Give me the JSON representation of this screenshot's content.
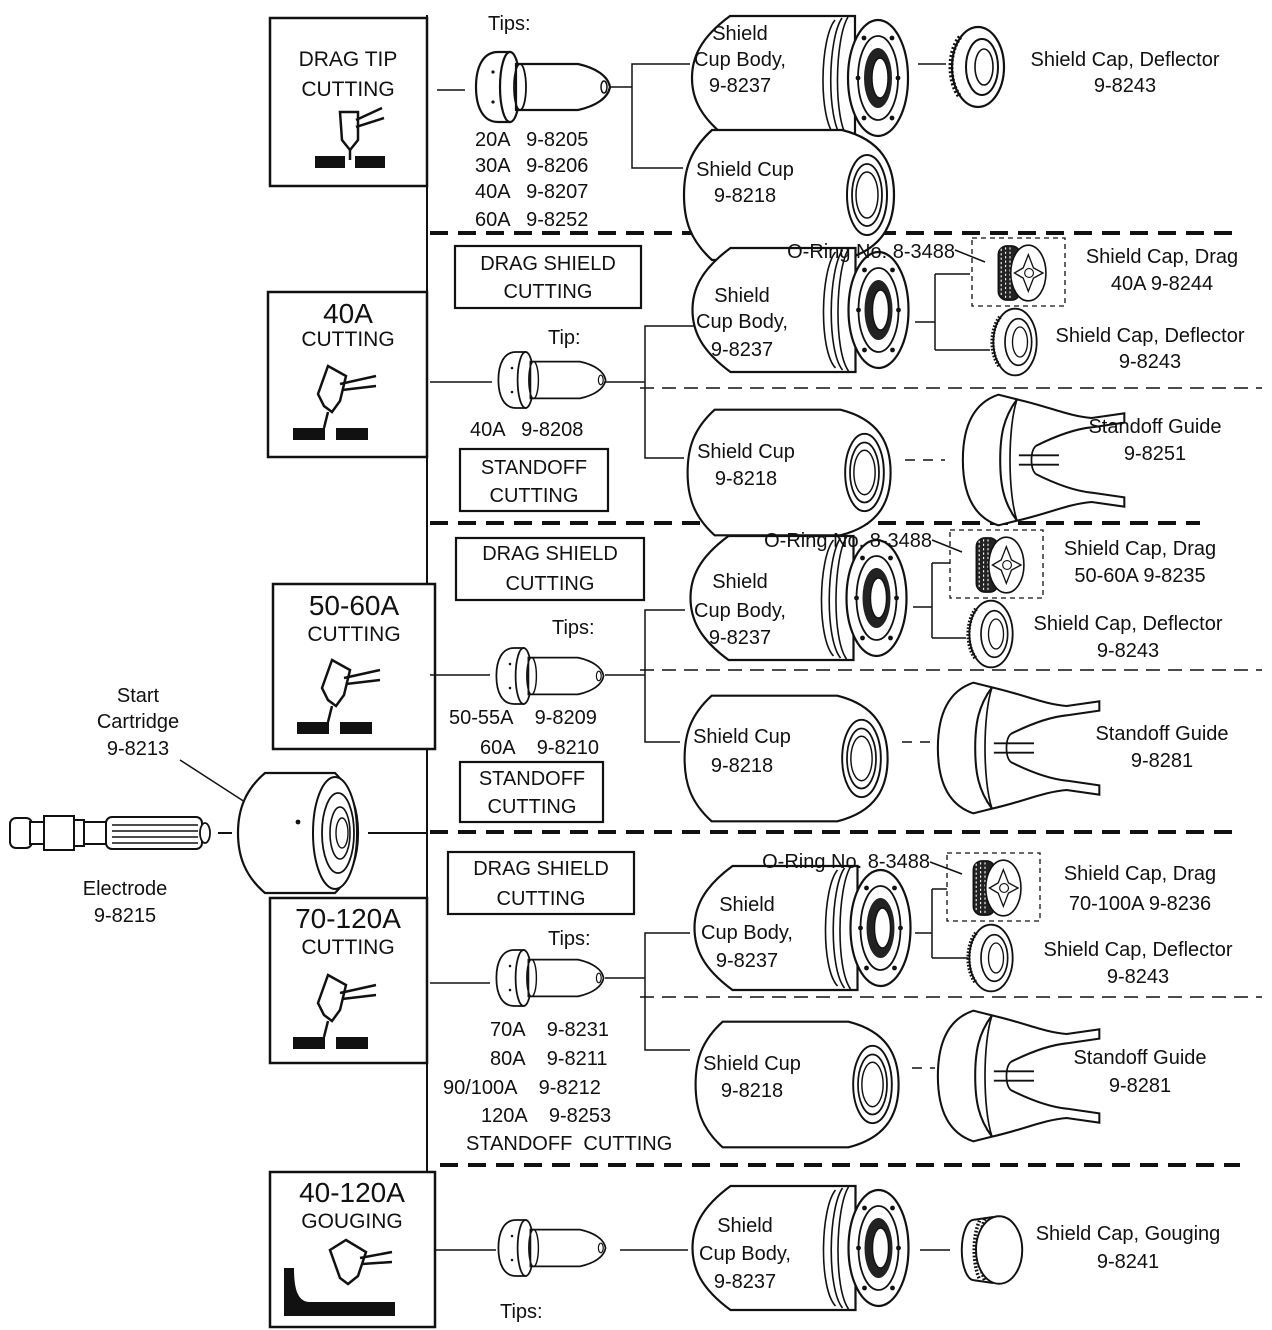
{
  "common": {
    "start_cartridge": [
      "Start",
      "Cartridge",
      "9-8213"
    ],
    "electrode": [
      "Electrode",
      "9-8215"
    ]
  },
  "sections": [
    {
      "id": "drag-tip",
      "mode_box": [
        "DRAG TIP",
        "CUTTING"
      ],
      "tips_heading": "Tips:",
      "tips": [
        "20A   9-8205",
        "30A   9-8206",
        "40A   9-8207",
        "60A   9-8252"
      ],
      "shield_cup_body": [
        "Shield",
        "Cup Body,",
        "9-8237"
      ],
      "shield_cup": [
        "Shield Cup",
        "9-8218"
      ],
      "deflector": [
        "Shield Cap, Deflector",
        "9-8243"
      ]
    },
    {
      "id": "40a",
      "mode_box": [
        "40A",
        "CUTTING"
      ],
      "drag_shield_label": [
        "DRAG SHIELD",
        "CUTTING"
      ],
      "standoff_label": [
        "STANDOFF",
        "CUTTING"
      ],
      "tips_heading": "Tip:",
      "tips": [
        "40A   9-8208"
      ],
      "oring": "O-Ring No. 8-3488",
      "drag_cap": [
        "Shield Cap, Drag",
        "40A  9-8244"
      ],
      "shield_cup_body": [
        "Shield",
        "Cup Body,",
        "9-8237"
      ],
      "deflector": [
        "Shield Cap, Deflector",
        "9-8243"
      ],
      "shield_cup": [
        "Shield Cup",
        "9-8218"
      ],
      "standoff_guide": [
        "Standoff Guide",
        "9-8251"
      ]
    },
    {
      "id": "50-60a",
      "mode_box": [
        "50-60A",
        "CUTTING"
      ],
      "drag_shield_label": [
        "DRAG SHIELD",
        "CUTTING"
      ],
      "standoff_label": [
        "STANDOFF",
        "CUTTING"
      ],
      "tips_heading": "Tips:",
      "tips": [
        "50-55A    9-8209",
        "60A    9-8210"
      ],
      "oring": "O-Ring No. 8-3488",
      "drag_cap": [
        "Shield Cap, Drag",
        "50-60A  9-8235"
      ],
      "shield_cup_body": [
        "Shield",
        "Cup Body,",
        "9-8237"
      ],
      "deflector": [
        "Shield Cap, Deflector",
        "9-8243"
      ],
      "shield_cup": [
        "Shield Cup",
        "9-8218"
      ],
      "standoff_guide": [
        "Standoff Guide",
        "9-8281"
      ]
    },
    {
      "id": "70-120a",
      "mode_box": [
        "70-120A",
        "CUTTING"
      ],
      "drag_shield_label": [
        "DRAG SHIELD",
        "CUTTING"
      ],
      "standoff_label": [
        "STANDOFF  CUTTING"
      ],
      "tips_heading": "Tips:",
      "tips": [
        "70A    9-8231",
        "80A    9-8211",
        "90/100A    9-8212",
        "120A    9-8253"
      ],
      "oring": "O-Ring No. 8-3488",
      "drag_cap": [
        "Shield Cap, Drag",
        "70-100A  9-8236"
      ],
      "shield_cup_body": [
        "Shield",
        "Cup Body,",
        "9-8237"
      ],
      "deflector": [
        "Shield Cap, Deflector",
        "9-8243"
      ],
      "shield_cup": [
        "Shield Cup",
        "9-8218"
      ],
      "standoff_guide": [
        "Standoff Guide",
        "9-8281"
      ]
    },
    {
      "id": "gouging",
      "mode_box": [
        "40-120A",
        "GOUGING"
      ],
      "tips_heading": "Tips:",
      "shield_cup_body": [
        "Shield",
        "Cup Body,",
        "9-8237"
      ],
      "gouging_cap": [
        "Shield Cap, Gouging",
        "9-8241"
      ]
    }
  ]
}
